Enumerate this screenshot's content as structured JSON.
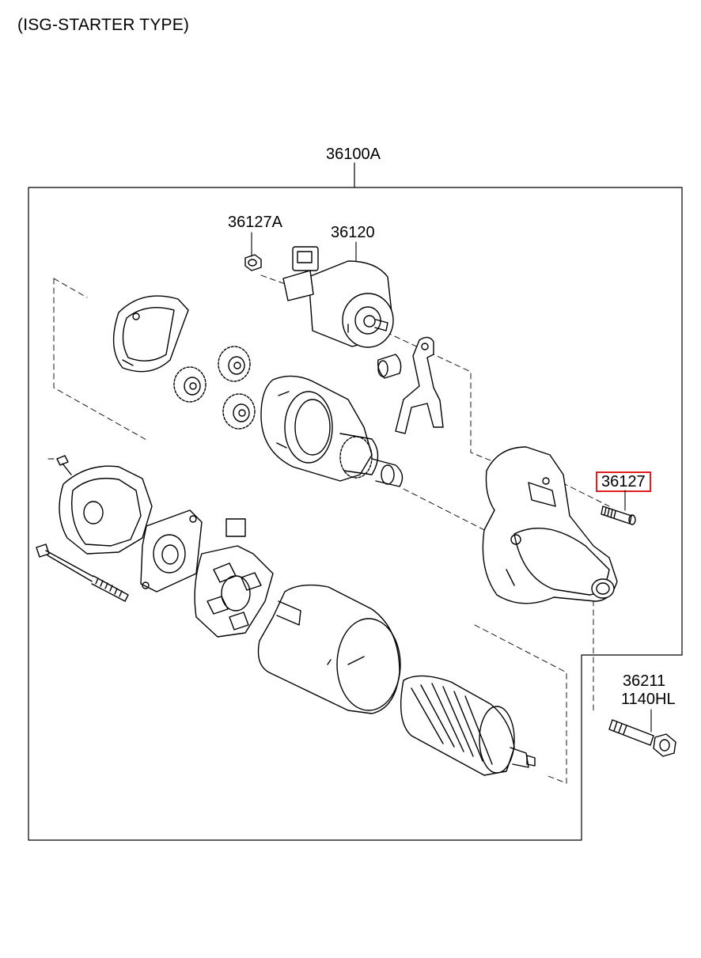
{
  "title": "(ISG-STARTER TYPE)",
  "highlight_color": "#e02020",
  "labels": {
    "assembly": "36100A",
    "nut": "36127A",
    "solenoid": "36120",
    "stud_bolt": "36127",
    "bolt_part_a": "36211",
    "bolt_part_b": "1140HL"
  },
  "highlighted_part": "36127"
}
